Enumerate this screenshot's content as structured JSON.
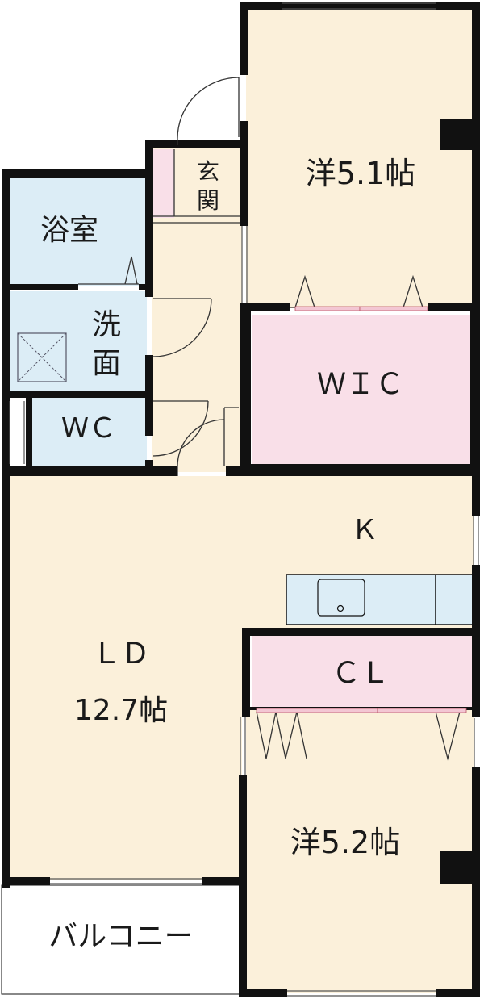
{
  "rooms": {
    "western_room_1": "洋5.1帖",
    "entrance_line1": "玄",
    "entrance_line2": "関",
    "bathroom": "浴室",
    "washroom_line1": "洗",
    "washroom_line2": "面",
    "wic": "ＷＩＣ",
    "wc": "ＷＣ",
    "kitchen": "Ｋ",
    "ld_line1": "ＬＤ",
    "ld_line2": "12.7帖",
    "closet": "ＣＬ",
    "western_room_2": "洋5.2帖",
    "balcony": "バルコニー"
  },
  "colors": {
    "floor": "#fbf0da",
    "wet_area": "#dcedf6",
    "storage": "#f9dfe8",
    "wall": "#111111",
    "balcony_bg": "#ffffff"
  }
}
